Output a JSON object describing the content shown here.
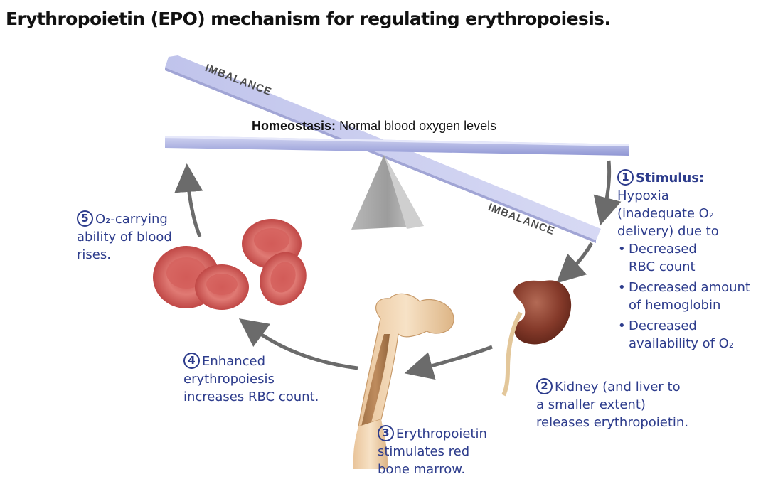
{
  "title": "Erythropoietin (EPO) mechanism for regulating erythropoiesis.",
  "homeostasis": {
    "bold": "Homeostasis:",
    "text": "Normal blood oxygen levels"
  },
  "imbalance_top": "IMBALANCE",
  "imbalance_bottom": "IMBALANCE",
  "steps": {
    "s1": {
      "num": "1",
      "head": "Stimulus:",
      "lines": [
        "Hypoxia",
        "(inadequate O₂",
        "delivery) due to"
      ],
      "bullets": [
        [
          "Decreased",
          "RBC count"
        ],
        [
          "Decreased amount",
          "of hemoglobin"
        ],
        [
          "Decreased",
          "availability of O₂"
        ]
      ]
    },
    "s2": {
      "num": "2",
      "lines": [
        "Kidney (and liver to",
        "a smaller extent)",
        "releases erythropoietin."
      ]
    },
    "s3": {
      "num": "3",
      "lines": [
        "Erythropoietin",
        "stimulates red",
        "bone marrow."
      ]
    },
    "s4": {
      "num": "4",
      "lines": [
        "Enhanced",
        "erythropoiesis",
        "increases RBC count."
      ]
    },
    "s5": {
      "num": "5",
      "lines": [
        "O₂-carrying",
        "ability of blood",
        "rises."
      ]
    }
  },
  "colors": {
    "label_blue": "#2d3c8c",
    "beam": "#aab0e0",
    "arrow_gray": "#6b6b6b",
    "rbc": "#d8625e",
    "kidney": "#8a3d2c",
    "bone": "#f3d9b4"
  }
}
